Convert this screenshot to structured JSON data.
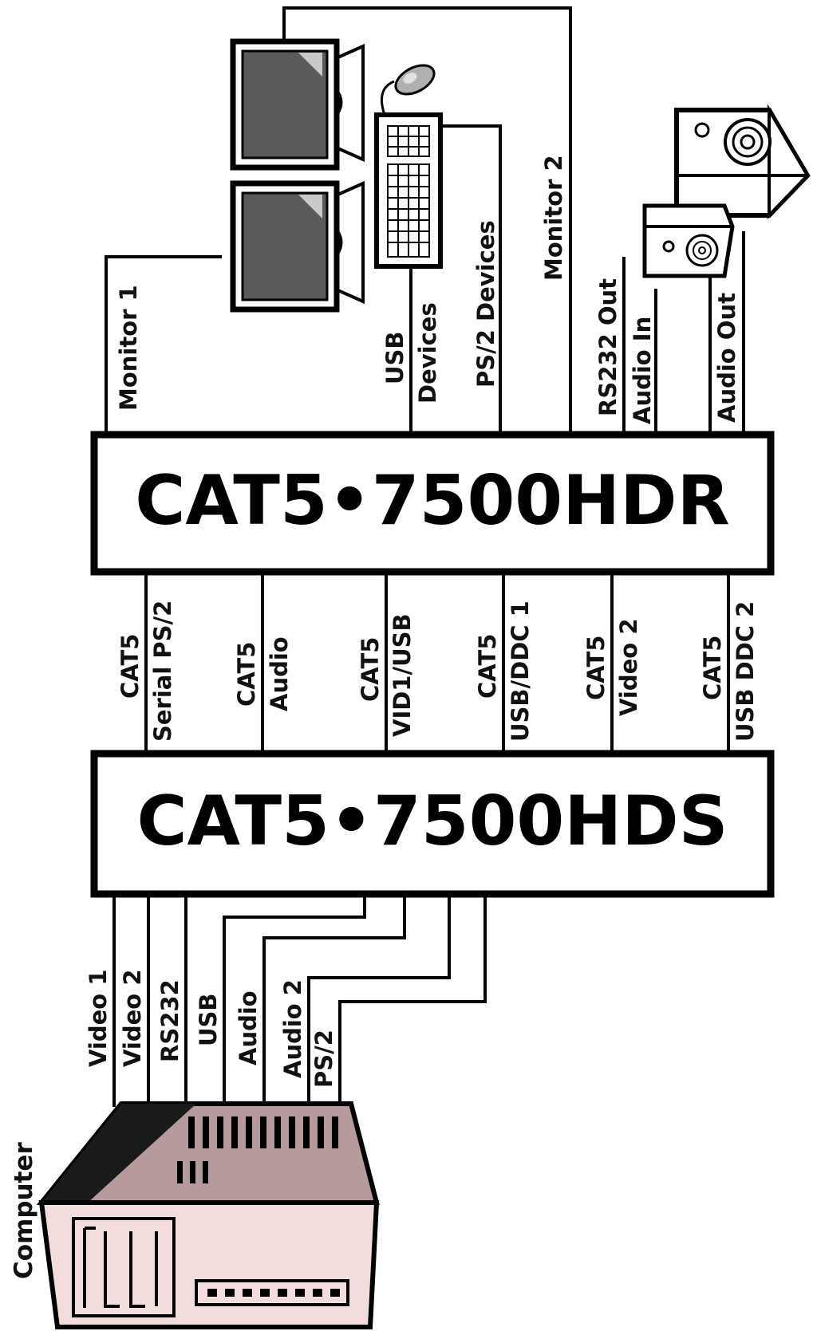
{
  "receiver": {
    "title": "CAT5•7500HDR",
    "top_ports": [
      "Monitor 1",
      "USB",
      "Devices",
      "PS/2 Devices",
      "Monitor 2",
      "RS232 Out",
      "Audio In",
      "Audio Out"
    ]
  },
  "sender": {
    "title": "CAT5•7500HDS"
  },
  "link_cables": [
    {
      "line1": "CAT5",
      "line2": "Serial PS/2"
    },
    {
      "line1": "CAT5",
      "line2": "Audio"
    },
    {
      "line1": "CAT5",
      "line2": "VID1/USB"
    },
    {
      "line1": "CAT5",
      "line2": "USB/DDC 1"
    },
    {
      "line1": "CAT5",
      "line2": "Video 2"
    },
    {
      "line1": "CAT5",
      "line2": "USB DDC 2"
    }
  ],
  "computer_cables": [
    "Video 1",
    "Video 2",
    "RS232",
    "USB",
    "Audio",
    "Audio 2",
    "PS/2"
  ],
  "computer_label": "Computer",
  "icons": [
    "monitor-icon",
    "monitor-icon",
    "keyboard-icon",
    "mouse-icon",
    "speaker-icon",
    "speaker-icon",
    "computer-icon"
  ]
}
